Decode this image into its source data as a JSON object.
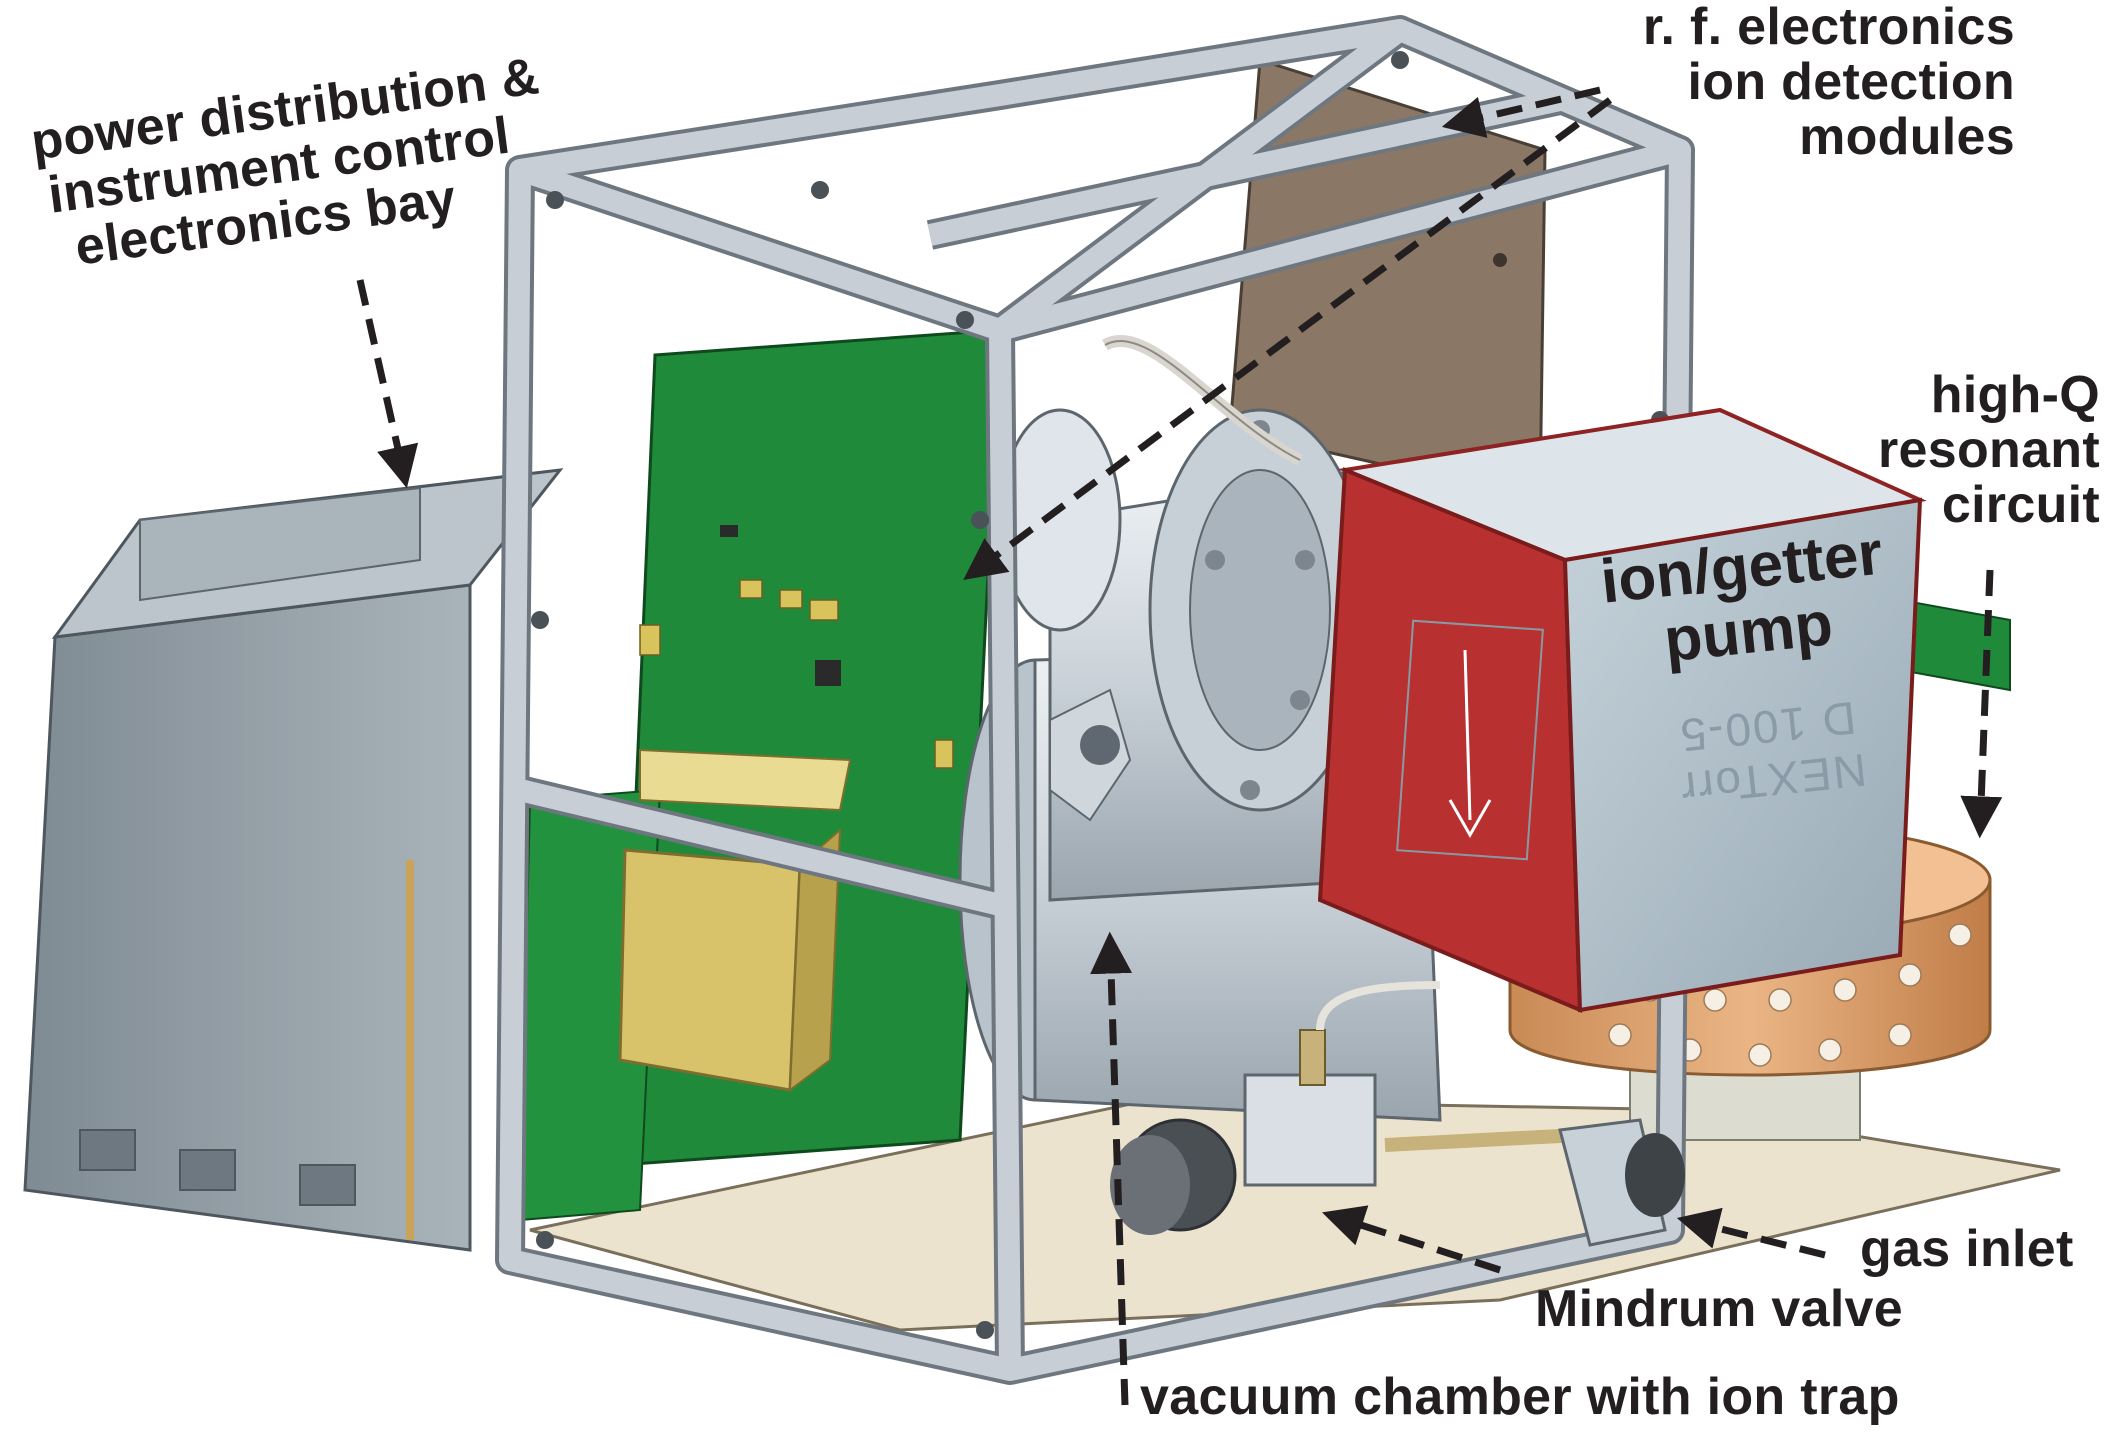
{
  "colors": {
    "frame": "#c7ced6",
    "frame_edge": "#6e7780",
    "pcb": "#1f8a3a",
    "chamber": "#d6dde3",
    "pump_face": "#b3c2cc",
    "pump_red": "#b8302f",
    "electronics_bay": "#9aa6ae",
    "copper_coil": "#e0a06a",
    "rf_board": "#8a7766",
    "gold_component": "#d9c36a",
    "label_text": "#231f20",
    "arrow": "#231f20"
  },
  "callouts": {
    "power_bay": {
      "lines": [
        "power distribution &",
        "instrument control",
        "electronics bay"
      ]
    },
    "rf_electronics": {
      "lines": [
        "r. f. electronics",
        "ion detection",
        "modules"
      ]
    },
    "resonant_circuit": {
      "lines": [
        "high-Q",
        "resonant",
        "circuit"
      ]
    },
    "gas_inlet": {
      "text": "gas inlet"
    },
    "mindrum_valve": {
      "text": "Mindrum valve"
    },
    "vacuum_chamber": {
      "text": "vacuum chamber with ion trap"
    }
  },
  "pump_label": {
    "lines": [
      "ion/getter",
      "pump"
    ],
    "engraving_lines": [
      "NEXTorr",
      "D 100-5"
    ]
  }
}
